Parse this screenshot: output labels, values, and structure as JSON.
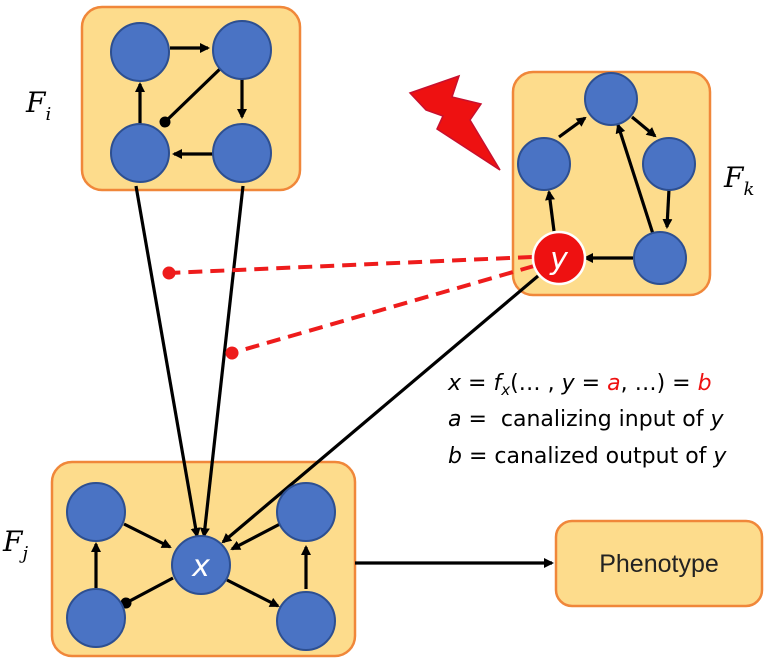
{
  "modules": {
    "fi": {
      "label": "F",
      "sub": "i"
    },
    "fk": {
      "label": "F",
      "sub": "k"
    },
    "fj": {
      "label": "F",
      "sub": "j"
    }
  },
  "nodes": {
    "x": "x",
    "y": "y"
  },
  "phenotype": "Phenotype",
  "formula": {
    "line1": {
      "x": "x",
      "eq1": " = ",
      "f": "f",
      "f_sub": "x",
      "open": "(… , ",
      "y": "y",
      "eq2": " = ",
      "a": "a",
      "rest": ", …) = ",
      "b": "b"
    },
    "line2": {
      "a": "a",
      "text": " =  canalizing input of ",
      "y": "y"
    },
    "line3": {
      "b": "b",
      "text": " = canalized output of ",
      "y": "y"
    }
  },
  "colors": {
    "module_fill": "#fddc8c",
    "module_border": "#f0873a",
    "node_fill": "#4a73c4",
    "perturbed_node": "#ee1111",
    "inhibition_edge": "#ee1c1c",
    "lightning": "#ee1111"
  }
}
